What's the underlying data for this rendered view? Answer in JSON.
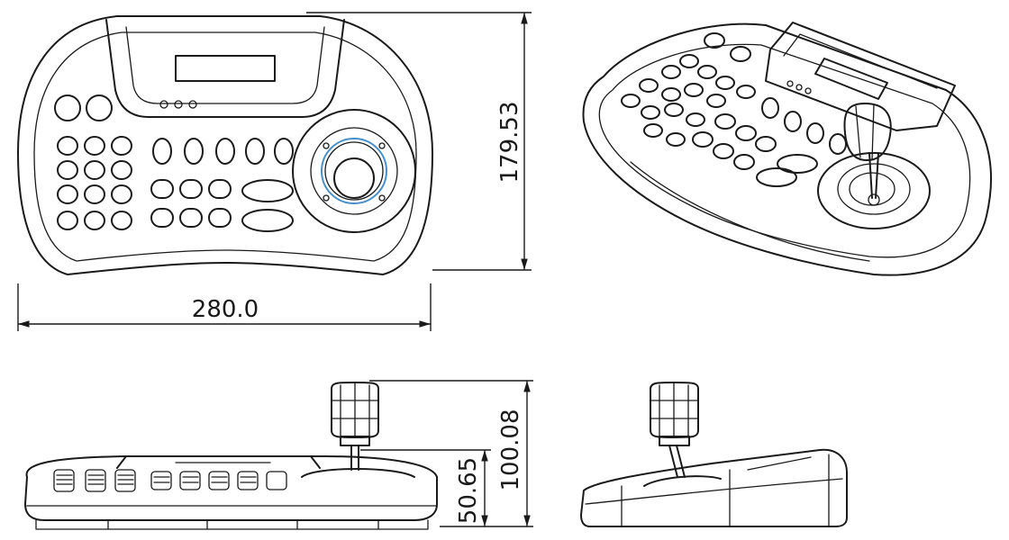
{
  "dimensions": {
    "width": "280.0",
    "depth": "179.53",
    "height_total": "100.08",
    "height_body": "50.65"
  },
  "colors": {
    "line": "#1a1a1a",
    "accent": "#4a90c8",
    "background": "#ffffff"
  }
}
